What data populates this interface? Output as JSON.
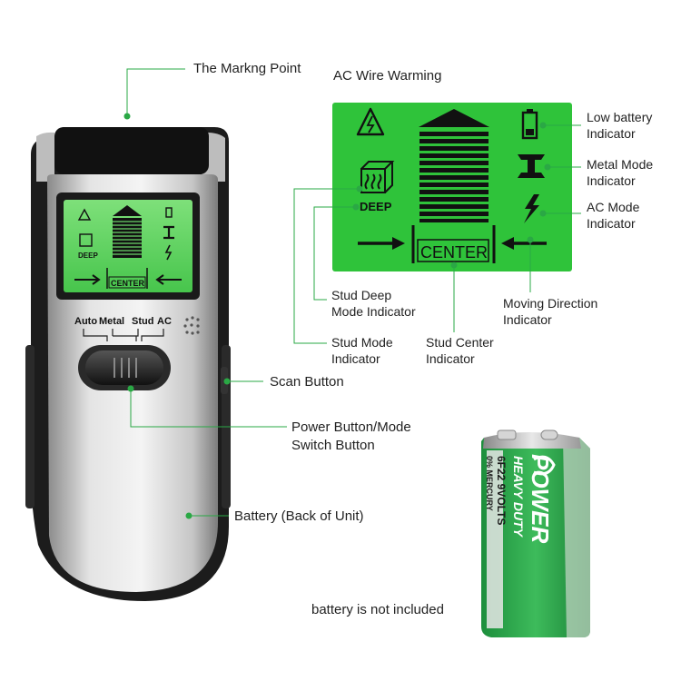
{
  "callouts": {
    "marking_point": "The Markng Point",
    "ac_wire_warning": "AC Wire Warming",
    "low_battery": [
      "Low battery",
      "Indicator"
    ],
    "metal_mode": [
      "Metal Mode",
      "Indicator"
    ],
    "ac_mode": [
      "AC Mode",
      "Indicator"
    ],
    "moving_direction": [
      "Moving Direction",
      "Indicator"
    ],
    "stud_center": [
      "Stud Center",
      "Indicator"
    ],
    "stud_deep": [
      "Stud Deep",
      "Mode Indicator"
    ],
    "stud_mode": [
      "Stud Mode",
      "Indicator"
    ],
    "scan_button": "Scan Button",
    "power_button": [
      "Power Button/Mode",
      "Switch Button"
    ],
    "battery_back": "Battery (Back of Unit)",
    "battery_note": "battery is not included"
  },
  "lcd": {
    "deep_label": "DEEP",
    "center_label": "CENTER"
  },
  "device": {
    "mode_labels": [
      "Auto",
      "Metal",
      "Stud",
      "AC"
    ],
    "lcd_deep": "DEEP",
    "lcd_center": "CENTER"
  },
  "battery": {
    "brand": "POWER",
    "line1": "HEAVY DUTY",
    "line2": "6F22 9VOLTS",
    "line3": "0% MERCURY"
  },
  "colors": {
    "lcd_green": "#2fc33a",
    "callout_line": "#2aa845",
    "device_black": "#1c1c1c",
    "device_silver": "#c9c9c9"
  },
  "icons": [
    "warning-triangle-icon",
    "battery-icon",
    "i-beam-icon",
    "lightning-icon",
    "stud-box-icon",
    "arrow-right-icon",
    "arrow-left-icon"
  ]
}
